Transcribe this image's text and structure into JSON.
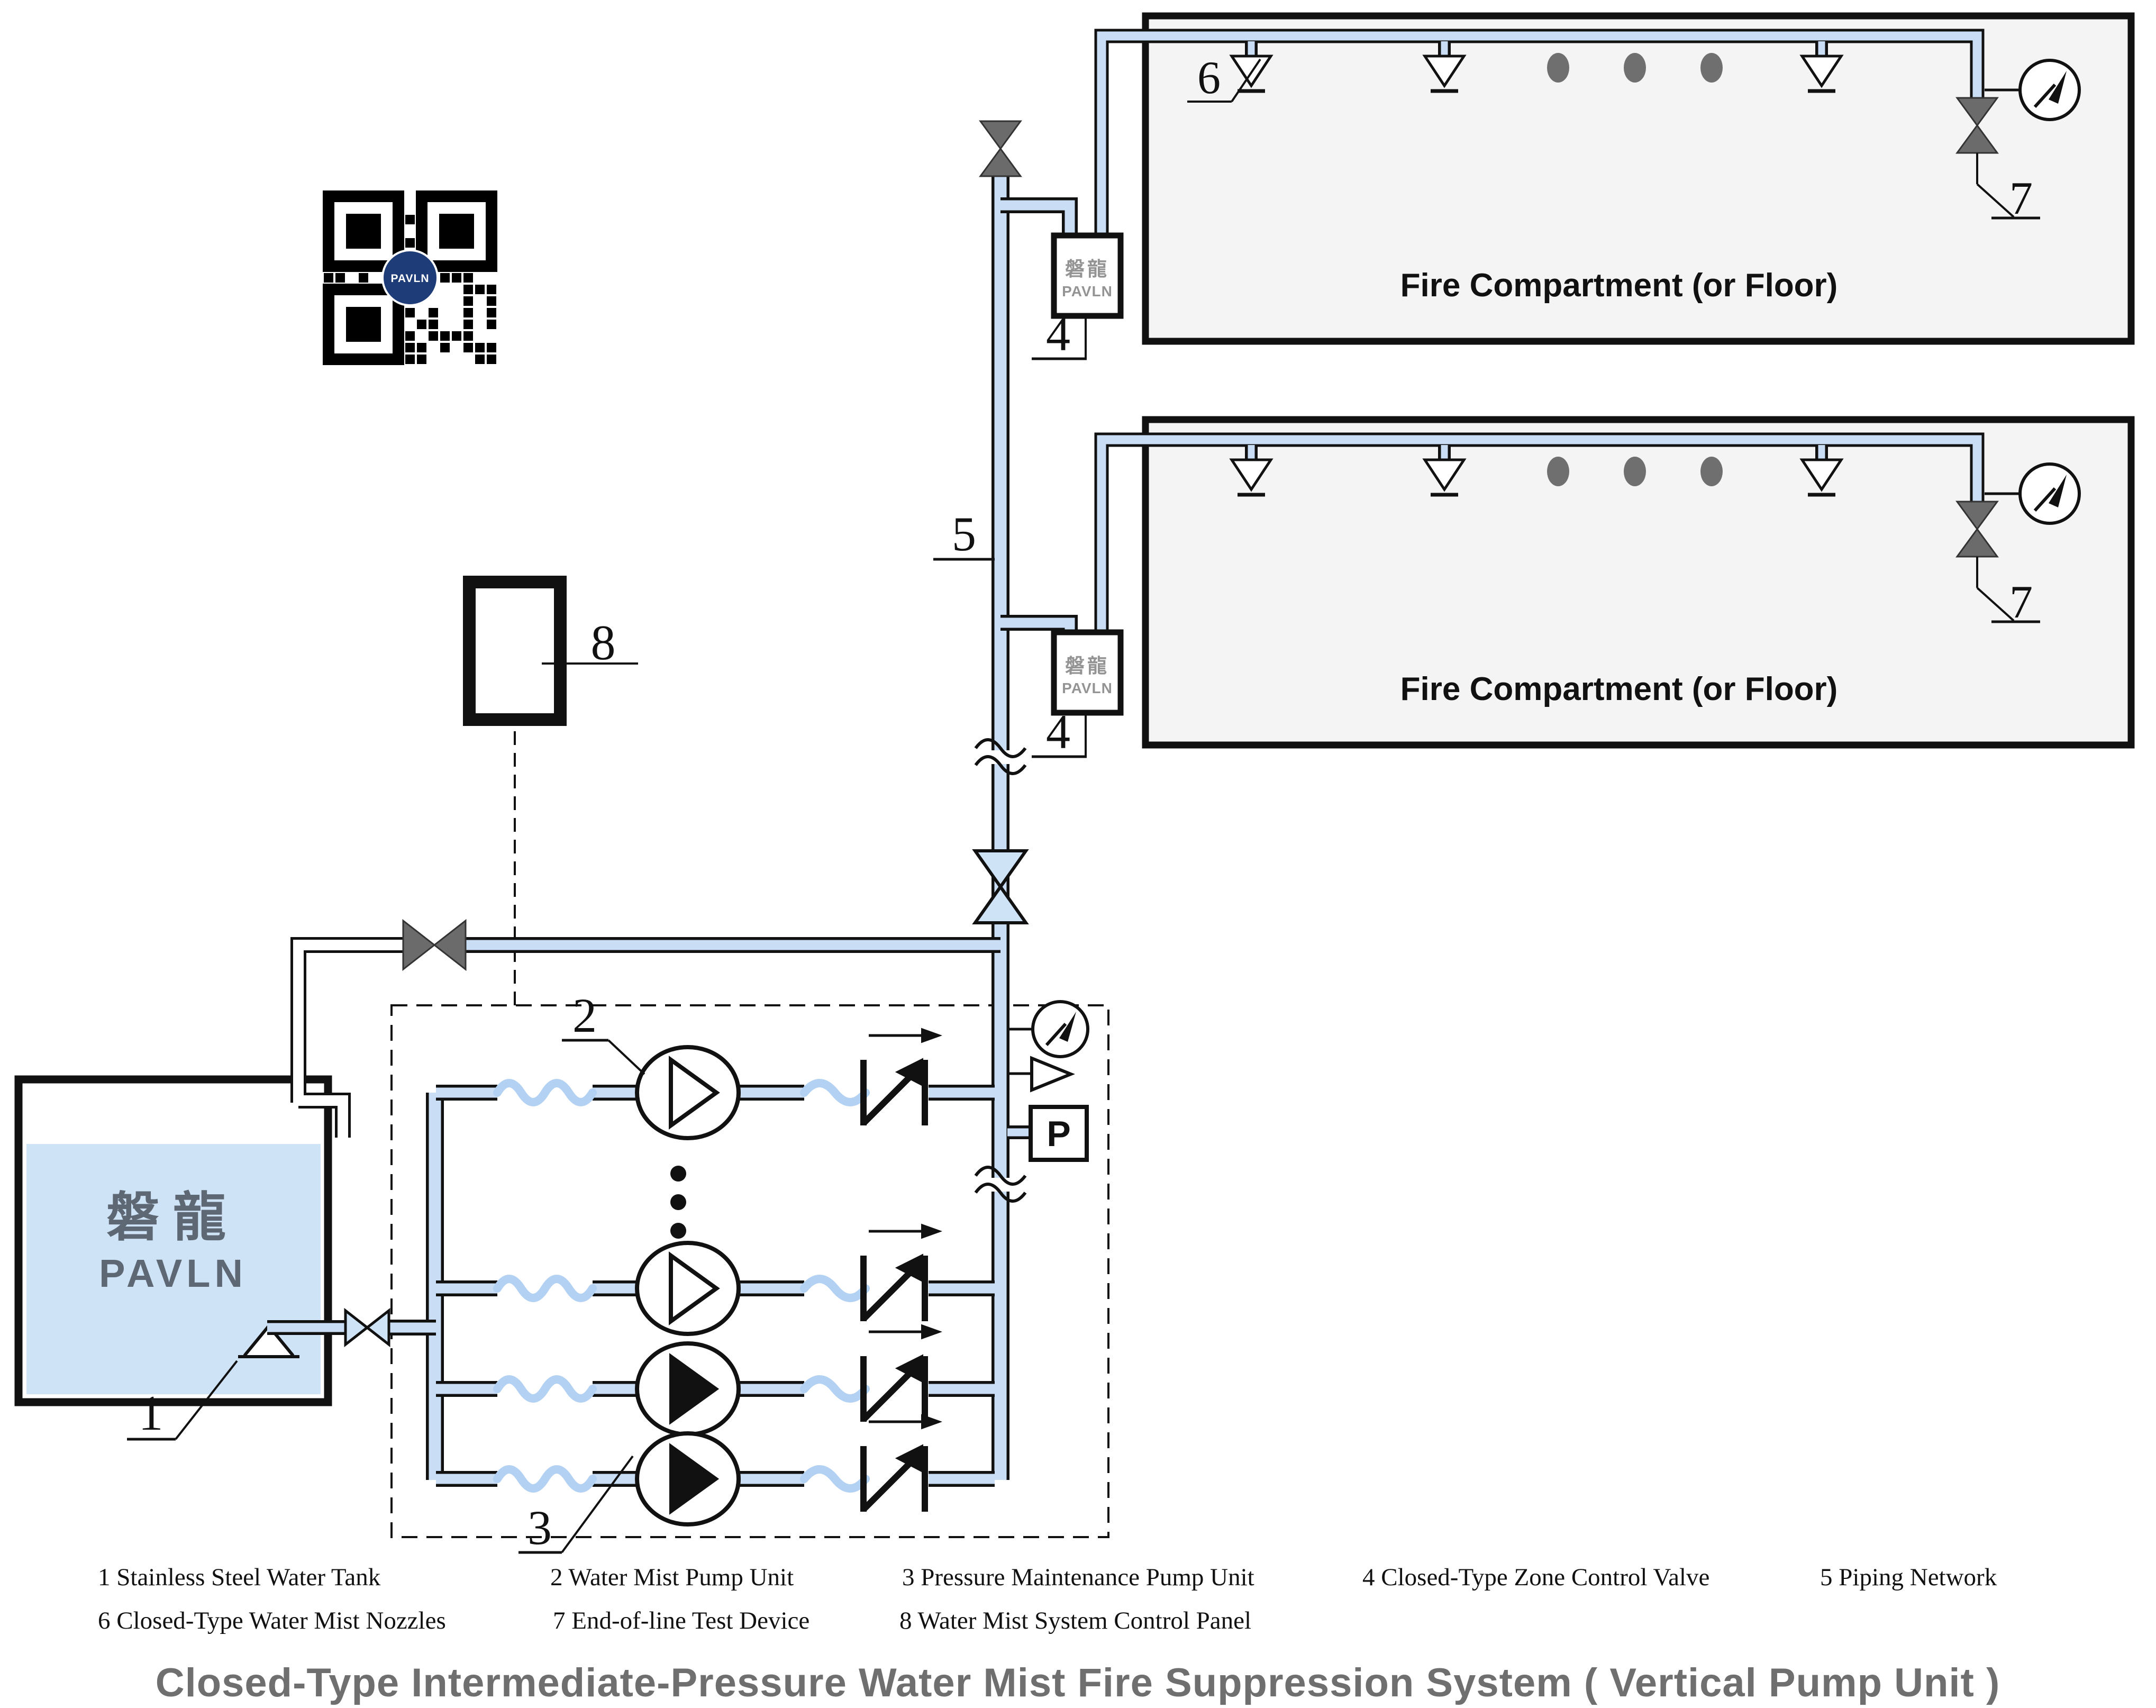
{
  "title": "Closed-Type Intermediate-Pressure Water Mist Fire Suppression System ( Vertical Pump Unit )",
  "compartment": {
    "label": "Fire Compartment (or Floor)"
  },
  "tank": {
    "brand_cn": "磐龍",
    "brand_en": "PAVLN"
  },
  "zone_valve": {
    "brand_cn": "磐龍",
    "brand_en": "PAVLN"
  },
  "pressure_switch": {
    "label": "P"
  },
  "qr": {
    "logo": "PAVLN"
  },
  "callouts": {
    "n1": "1",
    "n2": "2",
    "n3": "3",
    "n4": "4",
    "n5": "5",
    "n6": "6",
    "n7": "7",
    "n8": "8"
  },
  "legend": {
    "row1": [
      "1 Stainless Steel Water Tank",
      "2 Water Mist Pump Unit",
      "3 Pressure Maintenance Pump Unit",
      "4 Closed-Type Zone Control Valve",
      "5 Piping Network"
    ],
    "row2": [
      "6 Closed-Type Water Mist Nozzles",
      "7 End-of-line Test Device",
      "8 Water Mist System Control Panel"
    ]
  },
  "colors": {
    "pipe_water": "#c9def5",
    "pipe_casing": "#111111",
    "valve_gray": "#6b6b6b",
    "compartment_fill": "#f4f4f4",
    "tank_water": "#cfe3f7",
    "brand_gray": "#5d6874",
    "title_gray": "#6f6f6f",
    "qr_logo_blue": "#1e3c78"
  }
}
